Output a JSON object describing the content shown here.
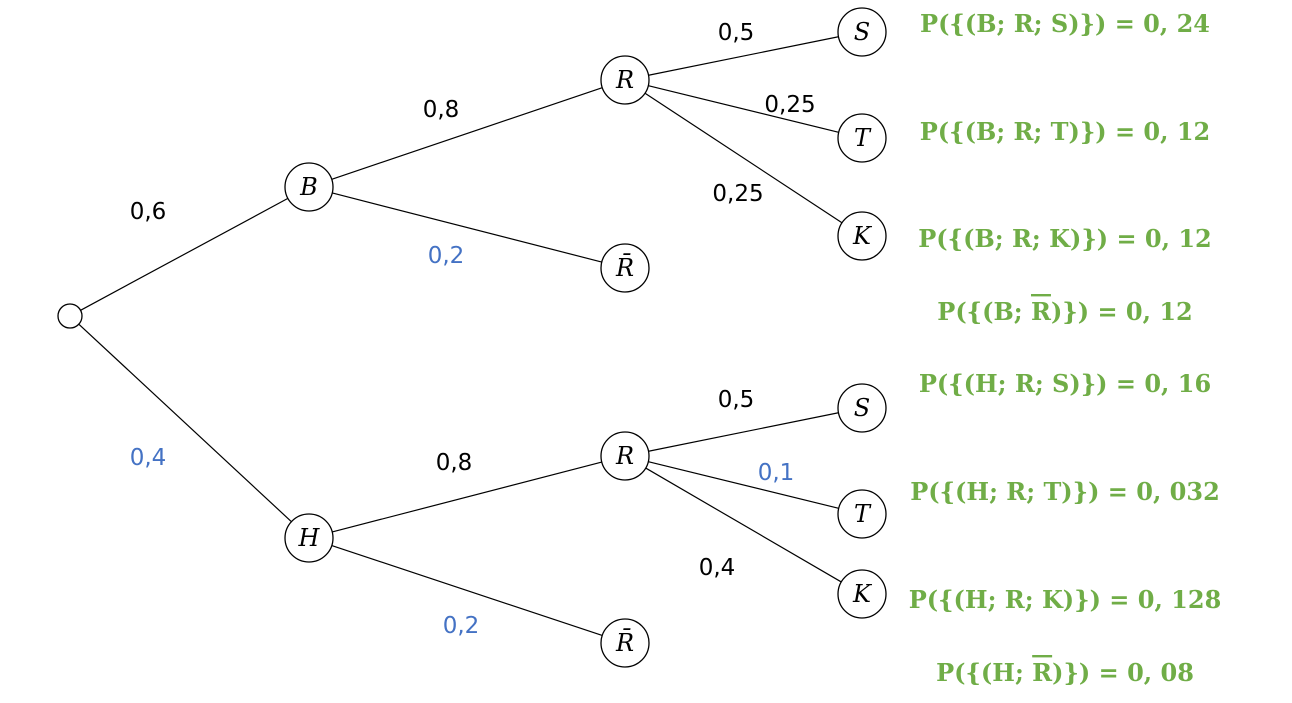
{
  "colors": {
    "default": "#000000",
    "highlight_blue": "#4472C4",
    "result_green": "#70AD47"
  },
  "root": {
    "label": ""
  },
  "level1": [
    {
      "id": "b",
      "label": "B",
      "prob": "0,6",
      "prob_color": "default"
    },
    {
      "id": "h",
      "label": "H",
      "prob": "0,4",
      "prob_color": "highlight_blue"
    }
  ],
  "level2": [
    {
      "id": "b-r",
      "label": "R",
      "prob": "0,8",
      "prob_color": "default"
    },
    {
      "id": "b-rbar",
      "label": "R̄",
      "prob": "0,2",
      "prob_color": "highlight_blue"
    },
    {
      "id": "h-r",
      "label": "R",
      "prob": "0,8",
      "prob_color": "default"
    },
    {
      "id": "h-rbar",
      "label": "R̄",
      "prob": "0,2",
      "prob_color": "highlight_blue"
    }
  ],
  "level3": [
    {
      "id": "b-r-s",
      "label": "S",
      "prob": "0,5",
      "prob_color": "default"
    },
    {
      "id": "b-r-t",
      "label": "T",
      "prob": "0,25",
      "prob_color": "default"
    },
    {
      "id": "b-r-k",
      "label": "K",
      "prob": "0,25",
      "prob_color": "default"
    },
    {
      "id": "h-r-s",
      "label": "S",
      "prob": "0,5",
      "prob_color": "default"
    },
    {
      "id": "h-r-t",
      "label": "T",
      "prob": "0,1",
      "prob_color": "highlight_blue"
    },
    {
      "id": "h-r-k",
      "label": "K",
      "prob": "0,4",
      "prob_color": "default"
    }
  ],
  "results": [
    {
      "id": "b-r-s",
      "pre": "P({(B; R; S)}) = 0, 24",
      "bar": "",
      "post": ""
    },
    {
      "id": "b-r-t",
      "pre": "P({(B; R; T)}) = 0, 12",
      "bar": "",
      "post": ""
    },
    {
      "id": "b-r-k",
      "pre": "P({(B; R; K)}) = 0, 12",
      "bar": "",
      "post": ""
    },
    {
      "id": "b-rbar",
      "pre": "P({(B; ",
      "bar": "R",
      "post": ")}) = 0, 12"
    },
    {
      "id": "h-r-s",
      "pre": "P({(H; R; S)}) = 0, 16",
      "bar": "",
      "post": ""
    },
    {
      "id": "h-r-t",
      "pre": "P({(H; R; T)}) = 0, 032",
      "bar": "",
      "post": ""
    },
    {
      "id": "h-r-k",
      "pre": "P({(H; R; K)}) = 0, 128",
      "bar": "",
      "post": ""
    },
    {
      "id": "h-rbar",
      "pre": "P({(H; ",
      "bar": "R",
      "post": ")}) = 0, 08"
    }
  ]
}
